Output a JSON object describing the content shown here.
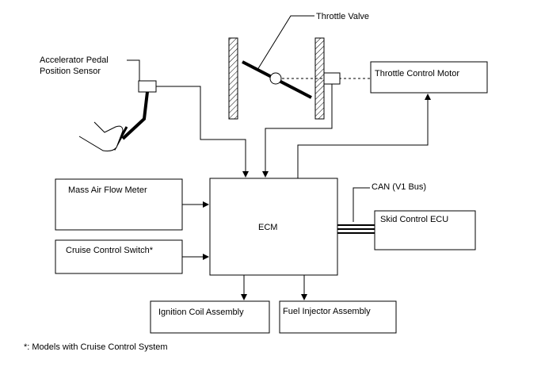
{
  "labels": {
    "throttle_valve": "Throttle Valve",
    "accel_line1": "Accelerator Pedal",
    "accel_line2": "Position Sensor",
    "throttle_motor": "Throttle Control Motor",
    "maf": "Mass Air Flow Meter",
    "ecm": "ECM",
    "can_bus": "CAN (V1 Bus)",
    "skid_ecu": "Skid Control ECU",
    "cruise_switch": "Cruise Control Switch*",
    "ignition_coil": "Ignition Coil Assembly",
    "fuel_injector": "Fuel Injector Assembly",
    "footnote": "*: Models with Cruise Control System"
  }
}
